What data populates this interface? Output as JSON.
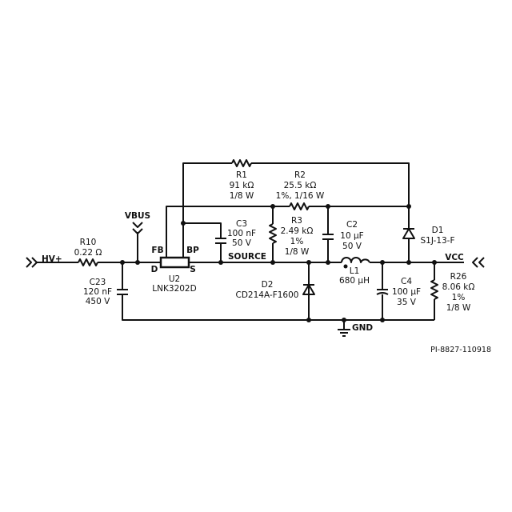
{
  "nets": {
    "hv_plus": "HV+",
    "vbus": "VBUS",
    "source": "SOURCE",
    "vcc": "VCC",
    "gnd": "GND"
  },
  "U2": {
    "ref": "U2",
    "part": "LNK3202D",
    "pins": {
      "fb": "FB",
      "bp": "BP",
      "d": "D",
      "s": "S"
    }
  },
  "R1": {
    "ref": "R1",
    "value": "91 kΩ",
    "rating": "1/8 W"
  },
  "R2": {
    "ref": "R2",
    "value": "25.5 kΩ",
    "rating": "1%, 1/16 W"
  },
  "R3": {
    "ref": "R3",
    "value": "2.49 kΩ",
    "tolerance": "1%",
    "rating": "1/8 W"
  },
  "R10": {
    "ref": "R10",
    "value": "0.22 Ω"
  },
  "R26": {
    "ref": "R26",
    "value": "8.06 kΩ",
    "tolerance": "1%",
    "rating": "1/8 W"
  },
  "C2": {
    "ref": "C2",
    "value": "10 µF",
    "rating": "50 V"
  },
  "C3": {
    "ref": "C3",
    "value": "100 nF",
    "rating": "50 V"
  },
  "C4": {
    "ref": "C4",
    "value": "100 µF",
    "rating": "35 V"
  },
  "C23": {
    "ref": "C23",
    "value": "120 nF",
    "rating": "450 V"
  },
  "D1": {
    "ref": "D1",
    "part": "S1J-13-F"
  },
  "D2": {
    "ref": "D2",
    "part": "CD214A-F1600"
  },
  "L1": {
    "ref": "L1",
    "value": "680 µH"
  },
  "drawing_id": "PI-8827-110918"
}
